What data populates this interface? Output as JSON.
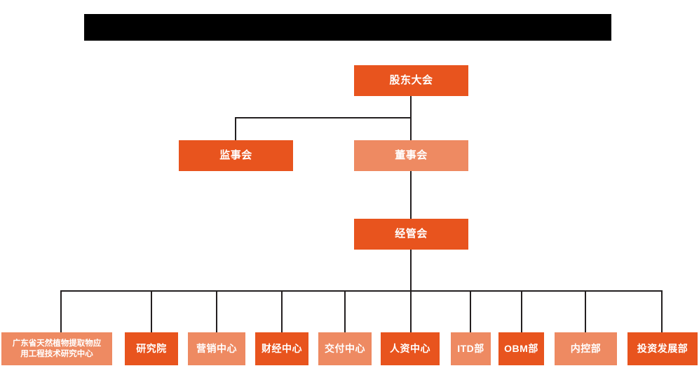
{
  "title_bar": {
    "name": "redacted-title-bar",
    "text": "",
    "color": "#000000"
  },
  "colors": {
    "deep_orange": "#E8541E",
    "light_orange": "#EE8A62",
    "connector": "#231f20",
    "background": "#FFFFFF",
    "node_text": "#FFFFFF"
  },
  "chart_data": {
    "type": "diagram",
    "diagram_type": "organization-chart",
    "title": "",
    "nodes": [
      {
        "id": "shareholders",
        "label": "股东大会",
        "tier": 1,
        "shade": "deep"
      },
      {
        "id": "supervisors",
        "label": "监事会",
        "tier": 2,
        "shade": "deep"
      },
      {
        "id": "directors",
        "label": "董事会",
        "tier": 2,
        "shade": "light"
      },
      {
        "id": "management",
        "label": "经管会",
        "tier": 3,
        "shade": "deep"
      },
      {
        "id": "research-ctr",
        "label": "广东省天然植物提取物应用工程技术研究中心",
        "tier": 4,
        "shade": "light"
      },
      {
        "id": "institute",
        "label": "研究院",
        "tier": 4,
        "shade": "deep"
      },
      {
        "id": "marketing",
        "label": "营销中心",
        "tier": 4,
        "shade": "light"
      },
      {
        "id": "finance",
        "label": "财经中心",
        "tier": 4,
        "shade": "deep"
      },
      {
        "id": "delivery",
        "label": "交付中心",
        "tier": 4,
        "shade": "light"
      },
      {
        "id": "hr",
        "label": "人资中心",
        "tier": 4,
        "shade": "deep"
      },
      {
        "id": "itd",
        "label": "ITD部",
        "tier": 4,
        "shade": "light"
      },
      {
        "id": "obm",
        "label": "OBM部",
        "tier": 4,
        "shade": "deep"
      },
      {
        "id": "internal-ctrl",
        "label": "内控部",
        "tier": 4,
        "shade": "light"
      },
      {
        "id": "investment",
        "label": "投资发展部",
        "tier": 4,
        "shade": "deep"
      }
    ],
    "edges": [
      {
        "from": "shareholders",
        "to": "supervisors"
      },
      {
        "from": "shareholders",
        "to": "directors"
      },
      {
        "from": "directors",
        "to": "management"
      },
      {
        "from": "management",
        "to": "research-ctr"
      },
      {
        "from": "management",
        "to": "institute"
      },
      {
        "from": "management",
        "to": "marketing"
      },
      {
        "from": "management",
        "to": "finance"
      },
      {
        "from": "management",
        "to": "delivery"
      },
      {
        "from": "management",
        "to": "hr"
      },
      {
        "from": "management",
        "to": "itd"
      },
      {
        "from": "management",
        "to": "obm"
      },
      {
        "from": "management",
        "to": "internal-ctrl"
      },
      {
        "from": "management",
        "to": "investment"
      }
    ]
  },
  "nodes": {
    "shareholders": {
      "label": "股东大会"
    },
    "supervisors": {
      "label": "监事会"
    },
    "directors": {
      "label": "董事会"
    },
    "management": {
      "label": "经管会"
    },
    "research_ctr": {
      "line1": "广东省天然植物提取物应",
      "line2": "用工程技术研究中心"
    },
    "institute": {
      "label": "研究院"
    },
    "marketing": {
      "label": "营销中心"
    },
    "finance": {
      "label": "财经中心"
    },
    "delivery": {
      "label": "交付中心"
    },
    "hr": {
      "label": "人资中心"
    },
    "itd": {
      "label": "ITD部"
    },
    "obm": {
      "label": "OBM部"
    },
    "internal_ctrl": {
      "label": "内控部"
    },
    "investment": {
      "label": "投资发展部"
    }
  }
}
